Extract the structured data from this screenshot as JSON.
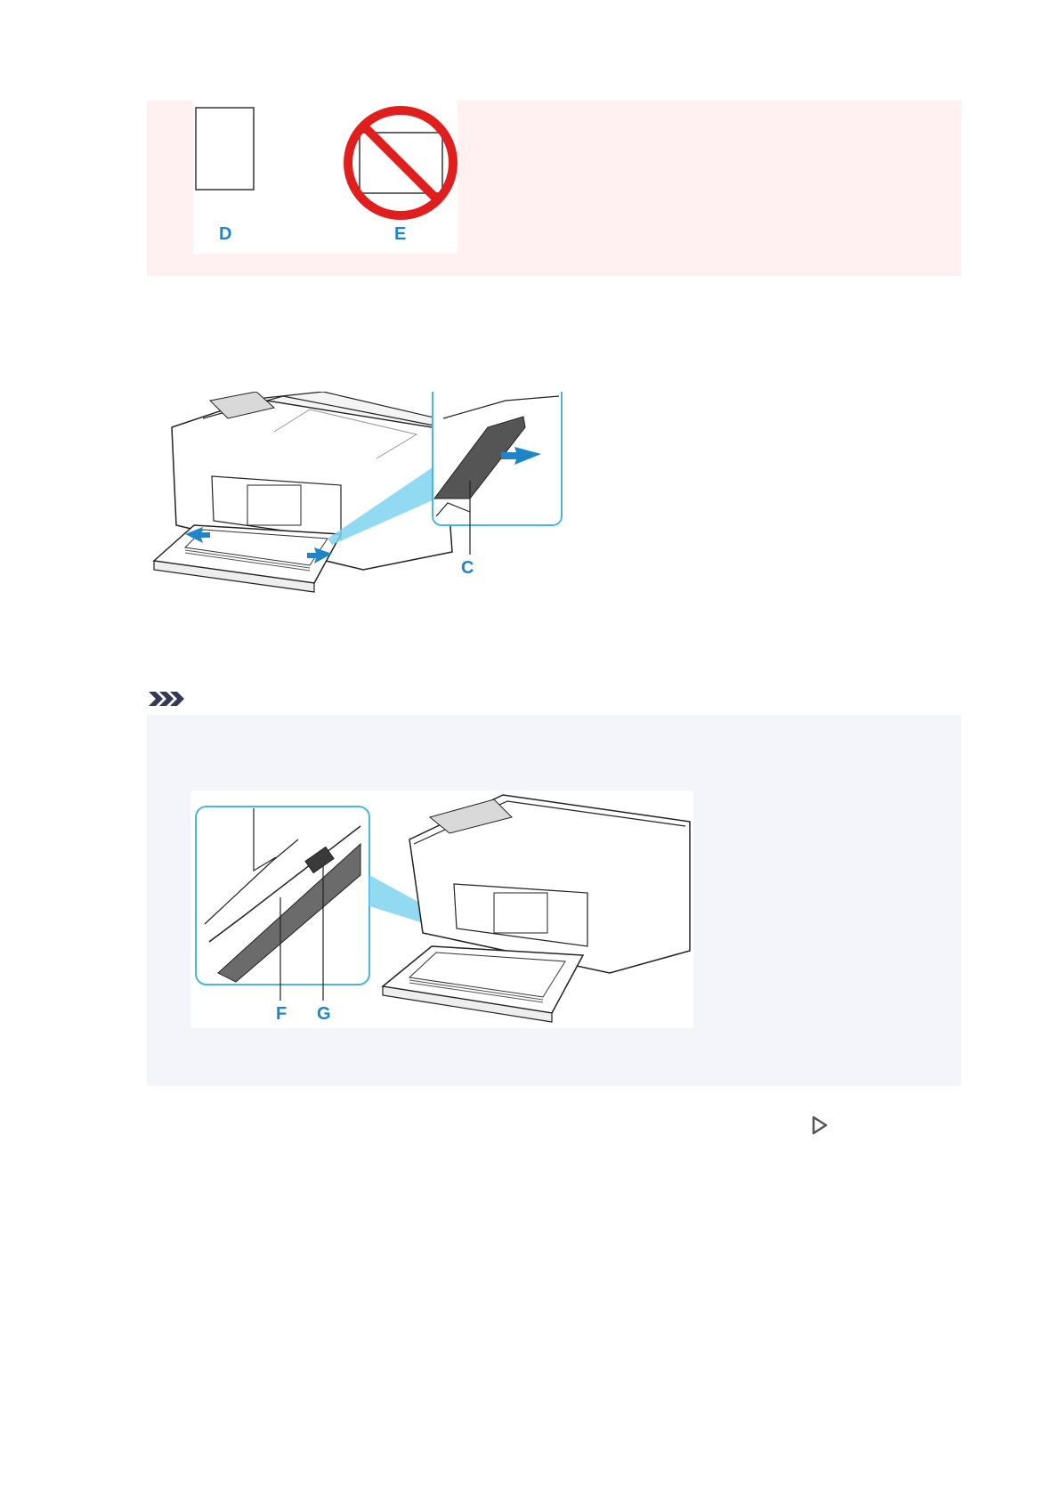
{
  "caution": {
    "figure": {
      "label_portrait": "D",
      "label_landscape": "E"
    }
  },
  "load_step": {
    "figure": {
      "label_guide": "C"
    }
  },
  "note": {
    "icon": "note-chevrons-icon",
    "figure": {
      "label_mark": "F",
      "label_guide": "G"
    }
  },
  "navigation": {
    "next_icon": "play-triangle-icon"
  },
  "colors": {
    "caution_bg": "#fff1f1",
    "note_bg": "#f3f5fa",
    "label_blue": "#1e86c6",
    "prohibited_red": "#e01e1e"
  }
}
